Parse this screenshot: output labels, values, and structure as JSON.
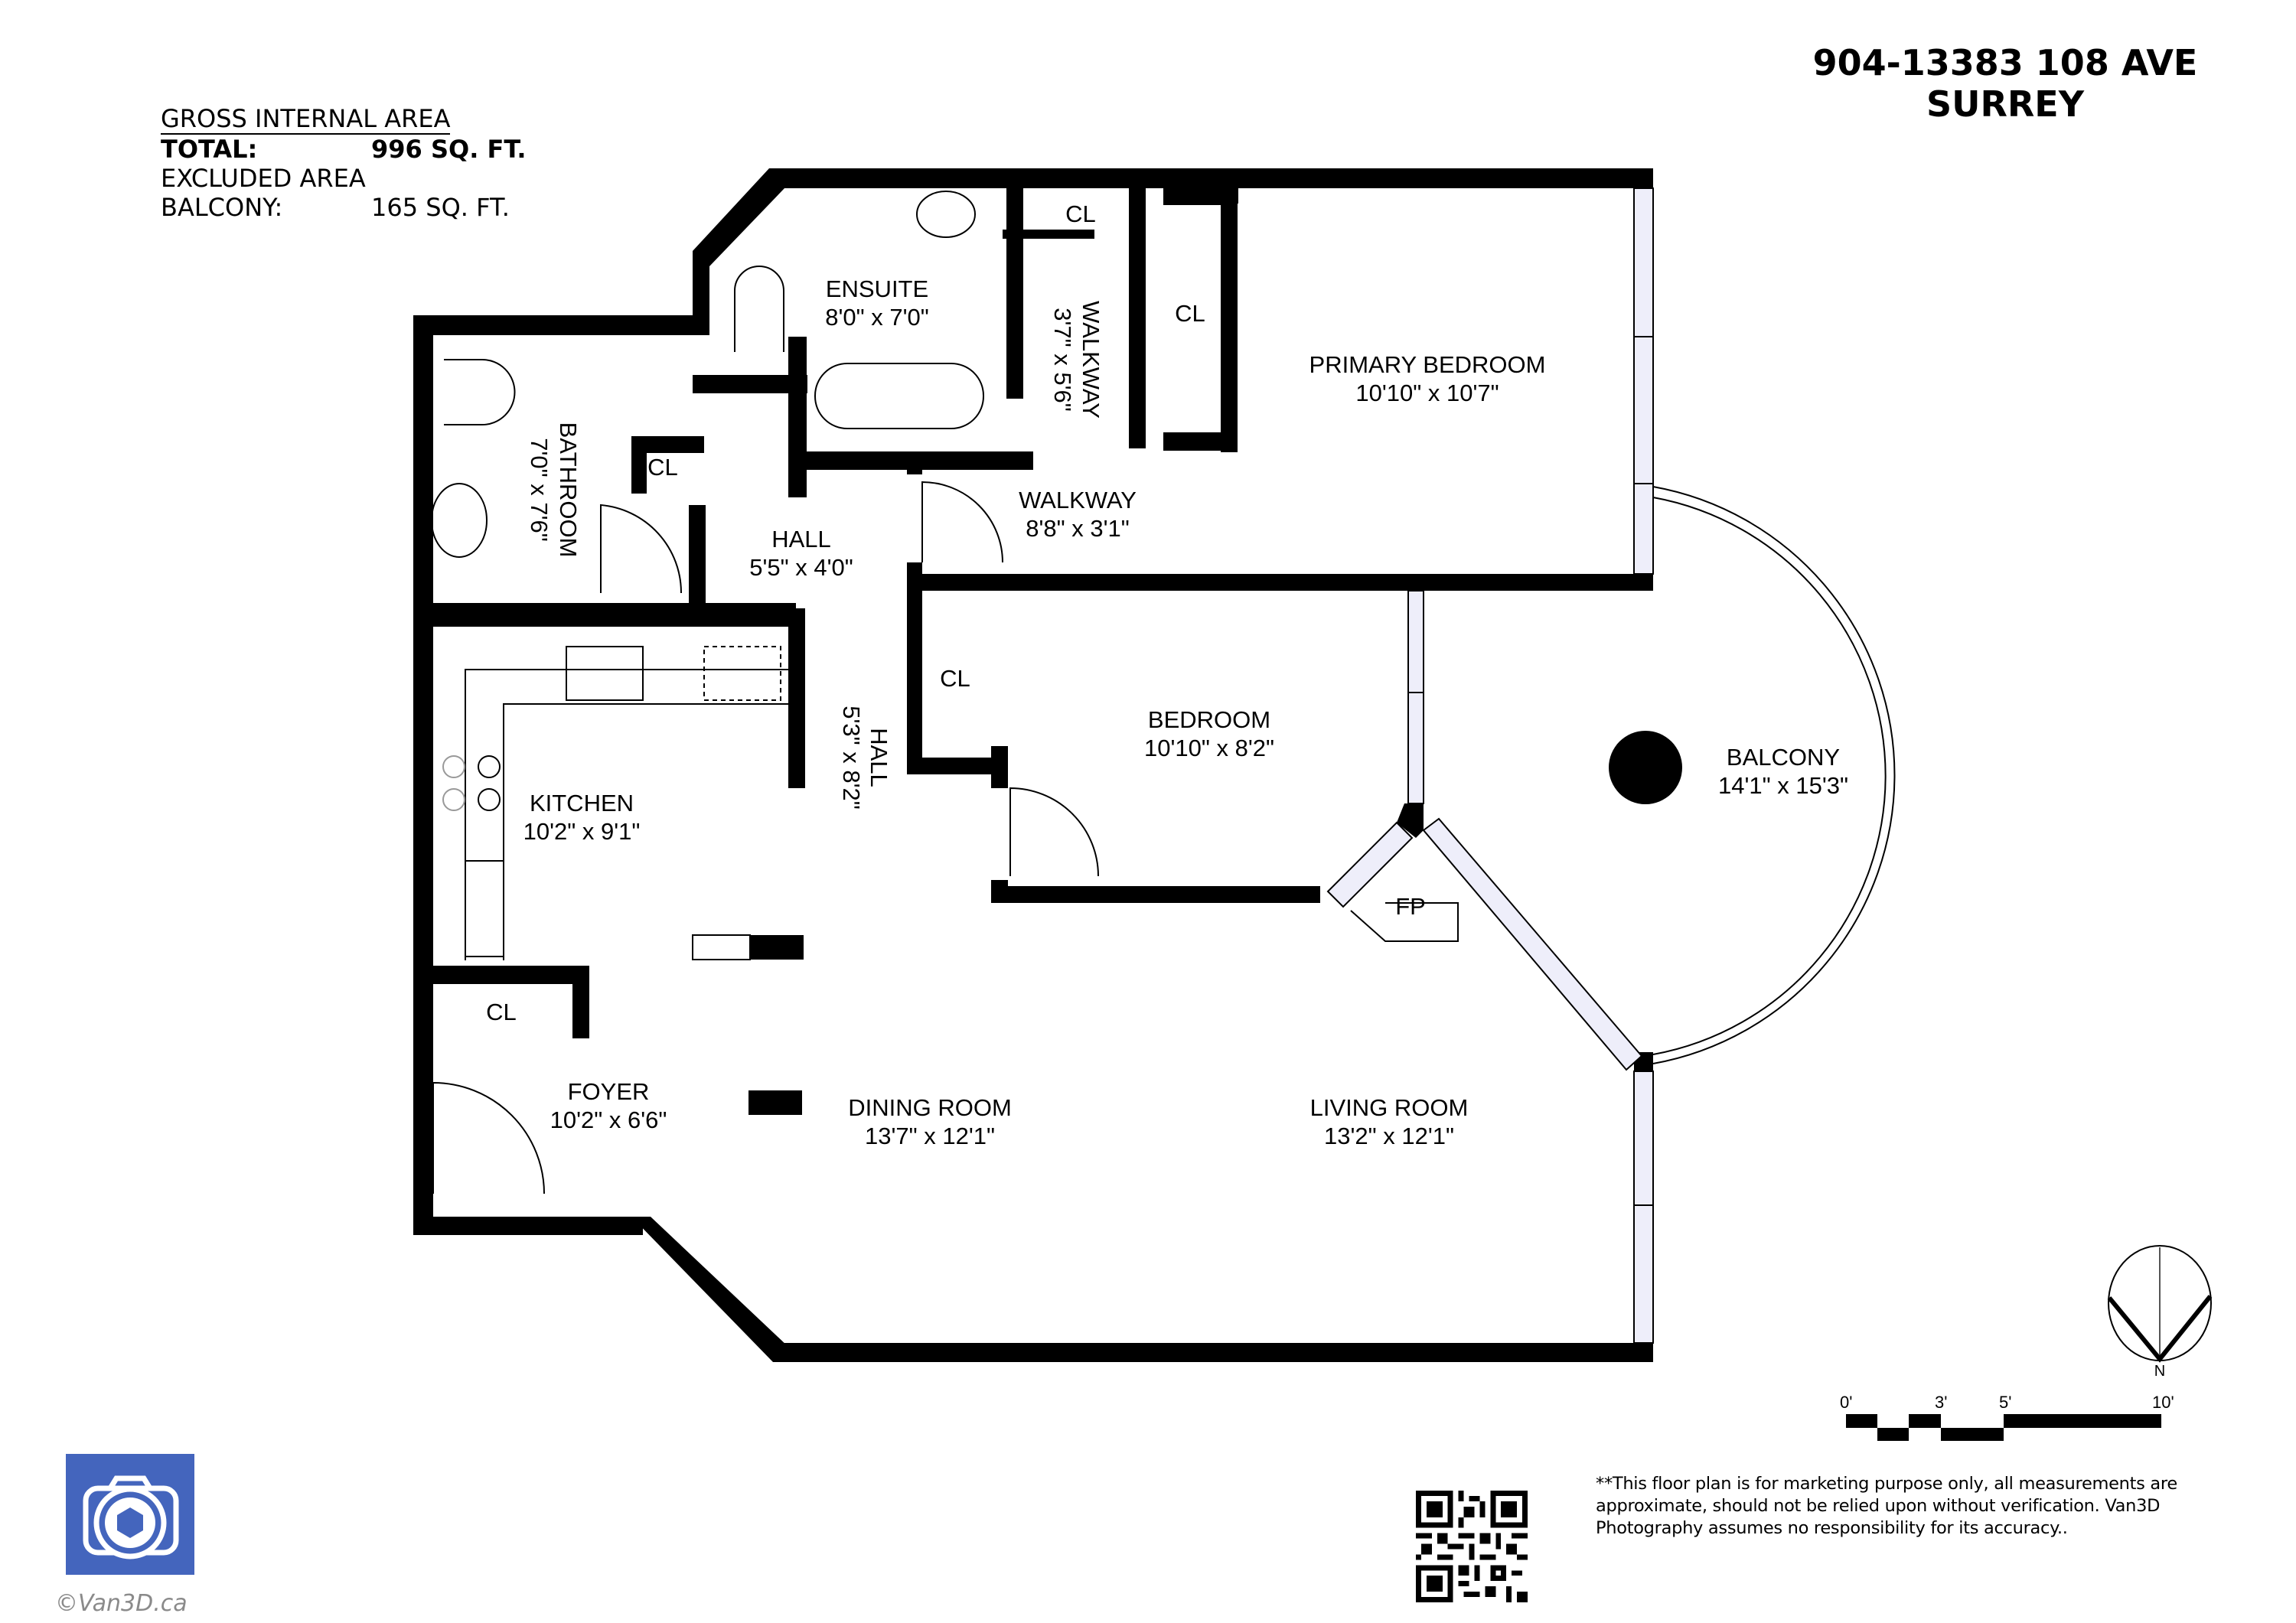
{
  "header": {
    "address_line1": "904-13383 108 AVE",
    "address_line2": "SURREY"
  },
  "area_summary": {
    "title": "GROSS INTERNAL AREA",
    "total_label": "TOTAL:",
    "total_value": "996 SQ. FT.",
    "excluded_title": "EXCLUDED AREA",
    "balcony_label": "BALCONY:",
    "balcony_value": "165 SQ. FT."
  },
  "rooms": {
    "ensuite": {
      "name": "ENSUITE",
      "size": "8'0\" x 7'0\""
    },
    "walkway_vertical": {
      "name": "WALKWAY",
      "size": "3'7\" x 5'6\""
    },
    "primary_bedroom": {
      "name": "PRIMARY BEDROOM",
      "size": "10'10\" x 10'7\""
    },
    "bathroom": {
      "name": "BATHROOM",
      "size": "7'0\" x 7'6\""
    },
    "hall_upper": {
      "name": "HALL",
      "size": "5'5\" x 4'0\""
    },
    "walkway_horizontal": {
      "name": "WALKWAY",
      "size": "8'8\" x 3'1\""
    },
    "bedroom": {
      "name": "BEDROOM",
      "size": "10'10\" x 8'2\""
    },
    "hall_vertical": {
      "name": "HALL",
      "size": "5'3\" x 8'2\""
    },
    "kitchen": {
      "name": "KITCHEN",
      "size": "10'2\" x 9'1\""
    },
    "balcony": {
      "name": "BALCONY",
      "size": "14'1\" x 15'3\""
    },
    "foyer": {
      "name": "FOYER",
      "size": "10'2\" x 6'6\""
    },
    "dining_room": {
      "name": "DINING ROOM",
      "size": "13'7\" x 12'1\""
    },
    "living_room": {
      "name": "LIVING ROOM",
      "size": "13'2\" x 12'1\""
    }
  },
  "closets": {
    "cl_top": "CL",
    "cl_walkway": "CL",
    "cl_bath": "CL",
    "cl_bedroom": "CL",
    "cl_foyer": "CL"
  },
  "fireplace_label": "FP",
  "compass": {
    "north_label": "N"
  },
  "scale_bar": {
    "labels": [
      "0'",
      "3'",
      "5'",
      "10'"
    ]
  },
  "disclaimer": "**This floor plan is for marketing purpose only, all measurements are approximate, should not be relied upon without verification. Van3D Photography assumes no responsibility for its accuracy..",
  "branding": {
    "caption": "©Van3D.ca",
    "logo_color": "#4465bd"
  },
  "colors": {
    "wall": "#000000",
    "window_fill": "#eeeefa",
    "background": "#ffffff"
  }
}
